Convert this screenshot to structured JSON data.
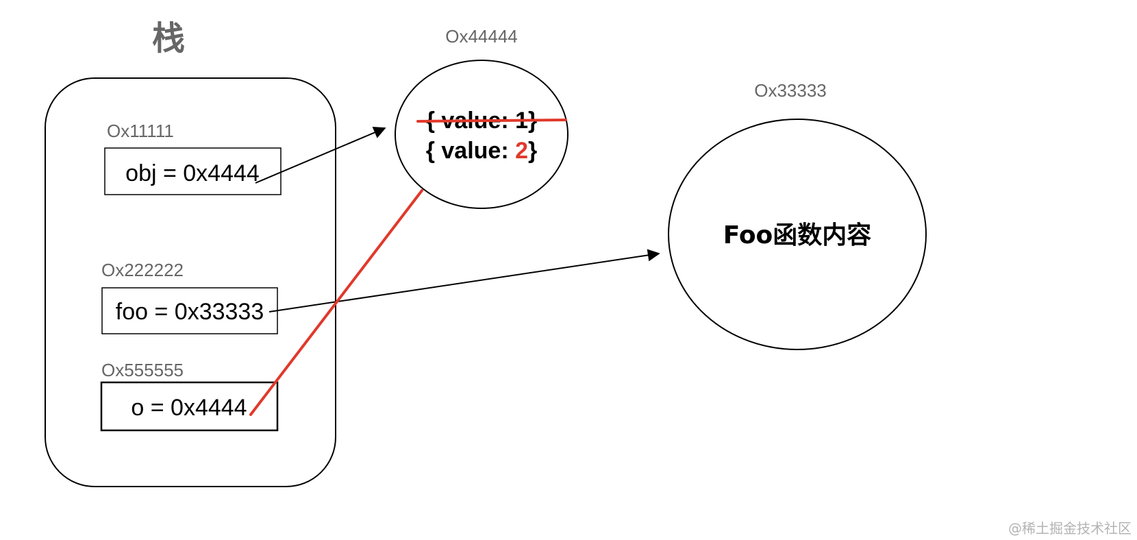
{
  "stack": {
    "title": "栈",
    "cells": [
      {
        "address": "Ox11111",
        "content": "obj = 0x4444"
      },
      {
        "address": "Ox222222",
        "content": "foo = 0x33333"
      },
      {
        "address": "Ox555555",
        "content": "o = 0x4444"
      }
    ]
  },
  "heap_object": {
    "address": "Ox44444",
    "old_value": "{ value: 1}",
    "new_value_prefix": "{ value: ",
    "new_value_number": "2",
    "new_value_suffix": "}"
  },
  "heap_function": {
    "address": "Ox33333",
    "content": "Foo函数内容"
  },
  "watermark": "@稀土掘金技术社区",
  "colors": {
    "label_gray": "#666666",
    "ink": "#000000",
    "highlight_red": "#e0392b",
    "watermark": "#b3b3b3"
  }
}
